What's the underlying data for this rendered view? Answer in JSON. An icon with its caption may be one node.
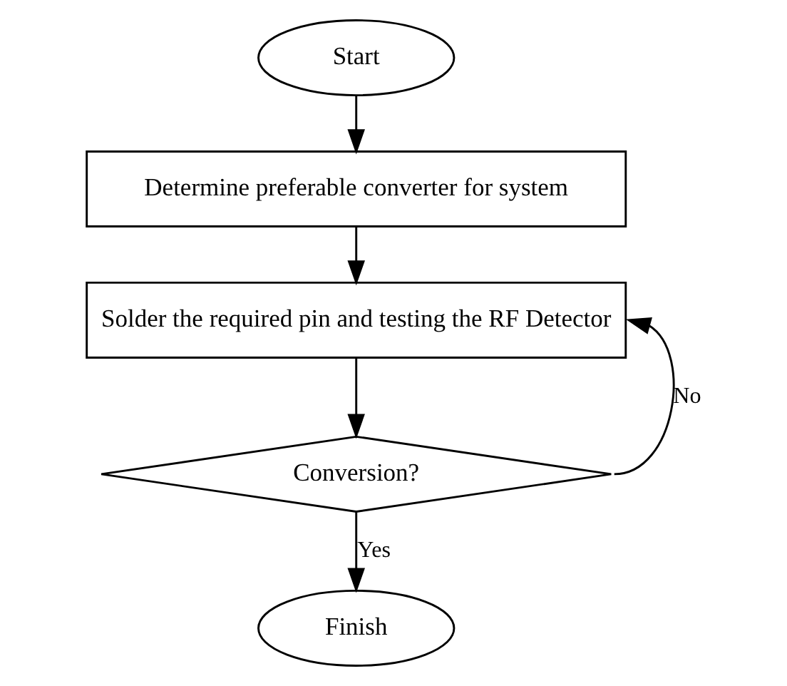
{
  "diagram": {
    "nodes": [
      {
        "text": [
          "Start"
        ]
      },
      {
        "text": [
          "Determine preferable converter for system"
        ]
      },
      {
        "text": [
          "Solder the required pin and testing the RF Detector"
        ]
      },
      {
        "text": [
          "Conversion?"
        ]
      },
      {
        "text": [
          "Finish"
        ]
      }
    ],
    "edges": [
      {
        "from": 0,
        "to": 1,
        "arrow": "to"
      },
      {
        "from": 1,
        "to": 2,
        "arrow": "to"
      },
      {
        "from": 2,
        "to": 3,
        "arrow": "to"
      },
      {
        "from": 3,
        "to": 4,
        "arrow": "to",
        "label": "Yes"
      },
      {
        "from": 3,
        "to": 2,
        "arrow": "to",
        "label": "No"
      }
    ]
  }
}
